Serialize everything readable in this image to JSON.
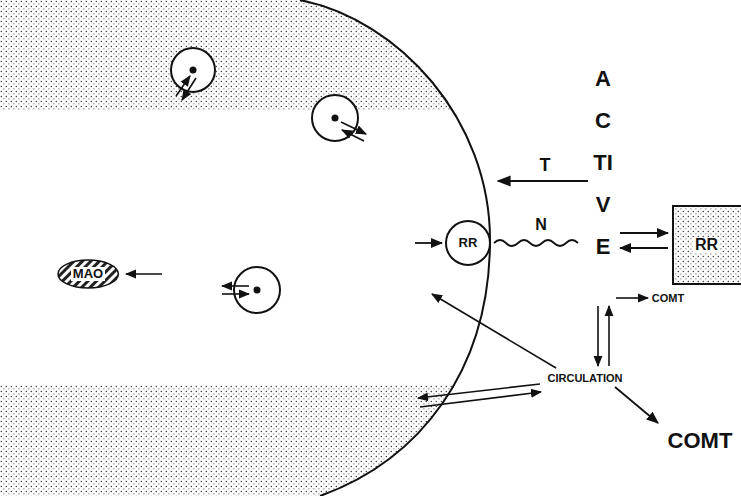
{
  "diagram": {
    "nodes": [
      {
        "text": [
          "MAO"
        ]
      },
      {
        "text": [
          "RR"
        ]
      },
      {
        "text": [
          "RR"
        ]
      }
    ],
    "labels": [
      "T",
      "N",
      "ACTIVE",
      "COMT",
      "CIRCULATION",
      "COMT"
    ]
  }
}
